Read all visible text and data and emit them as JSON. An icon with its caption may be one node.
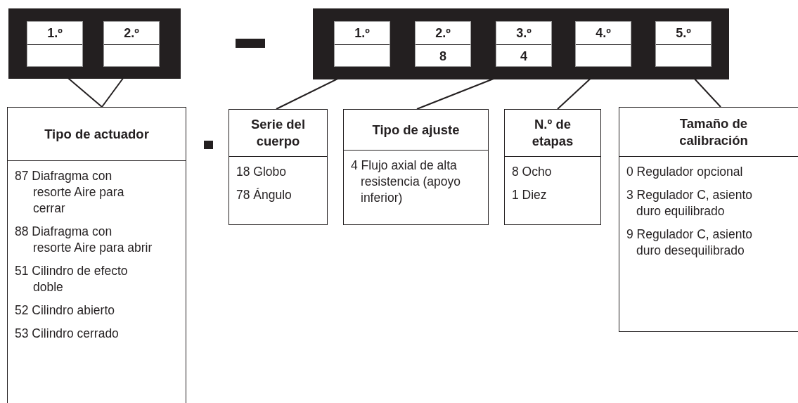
{
  "diagram": {
    "nodes": [
      {
        "text": [],
        "shape": "box"
      },
      {
        "text": [
          "1.º"
        ],
        "in": 0
      },
      {
        "text": [
          "2.º"
        ],
        "in": 0
      },
      {
        "text": [],
        "shape": "box"
      },
      {
        "text": [
          "1.º"
        ],
        "in": 3
      },
      {
        "text": [
          "2.º",
          "8"
        ],
        "in": 3
      },
      {
        "text": [
          "3.º",
          "4"
        ],
        "in": 3
      },
      {
        "text": [
          "4.º"
        ],
        "in": 3
      },
      {
        "text": [
          "5.º"
        ],
        "in": 3
      },
      {
        "text": [
          "Tipo de actuador",
          "87 Diafragma con resorte Aire para cerrar",
          "88 Diafragma con resorte Aire para abrir",
          "51 Cilindro de efecto doble",
          "52 Cilindro abierto",
          "53 Cilindro cerrado"
        ]
      },
      {
        "text": [
          "Serie del cuerpo",
          "18 Globo",
          "78 Ángulo"
        ]
      },
      {
        "text": [
          "Tipo de ajuste",
          "4 Flujo axial de alta resistencia (apoyo inferior)"
        ]
      },
      {
        "text": [
          "N.º de etapas",
          "8 Ocho",
          "1 Diez"
        ]
      },
      {
        "text": [
          "Tamaño de calibración",
          "0 Regulador opcional",
          "3 Regulador C, asiento duro equilibrado",
          "9 Regulador C, asiento duro desequilibrado"
        ]
      }
    ],
    "edges": [
      {
        "from": 1,
        "to": 9,
        "arrow": "none"
      },
      {
        "from": 2,
        "to": 9,
        "arrow": "none"
      },
      {
        "from": 4,
        "to": 10,
        "arrow": "none"
      },
      {
        "from": 6,
        "to": 11,
        "arrow": "none"
      },
      {
        "from": 7,
        "to": 12,
        "arrow": "none"
      },
      {
        "from": 8,
        "to": 13,
        "arrow": "none"
      }
    ]
  }
}
